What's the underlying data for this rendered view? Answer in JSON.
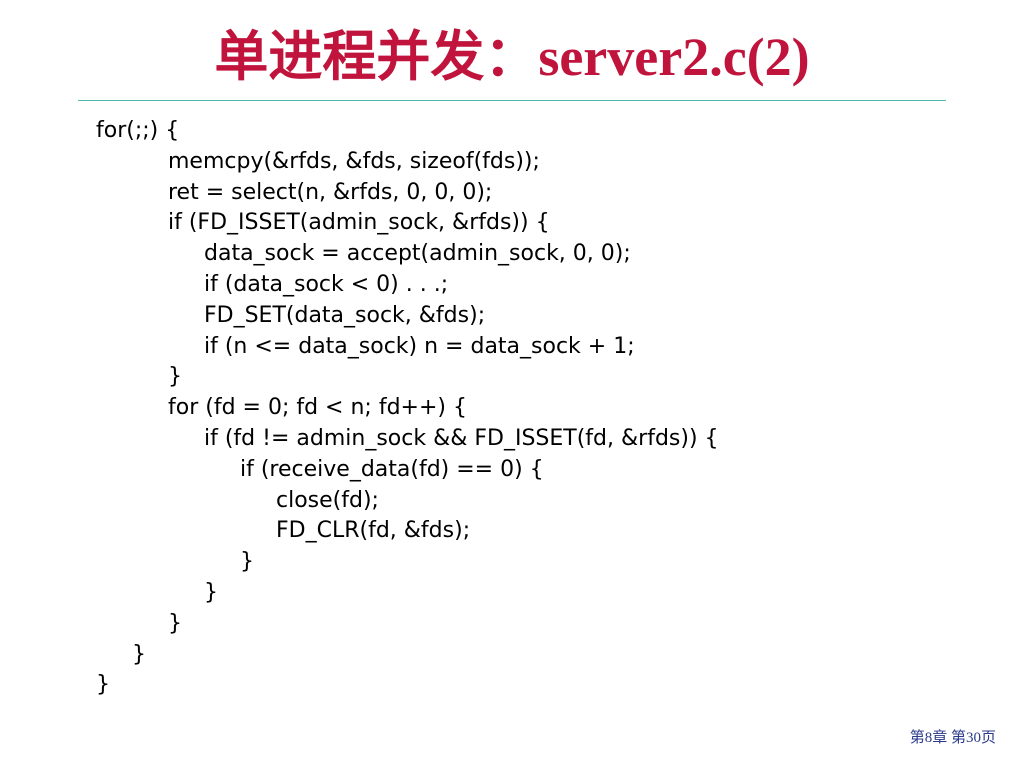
{
  "title": "单进程并发：server2.c(2)",
  "colors": {
    "title": "#c0143c",
    "rule": "#4fb8ae",
    "code": "#000000",
    "footer": "#2b3a8c"
  },
  "code": [
    {
      "indent": 0,
      "text": "for(;;) {"
    },
    {
      "indent": 2,
      "text": "memcpy(&rfds, &fds, sizeof(fds));"
    },
    {
      "indent": 2,
      "text": "ret = select(n, &rfds, 0, 0, 0);"
    },
    {
      "indent": 2,
      "text": "if (FD_ISSET(admin_sock, &rfds)) {"
    },
    {
      "indent": 3,
      "text": "data_sock = accept(admin_sock, 0, 0);"
    },
    {
      "indent": 3,
      "text": "if (data_sock < 0) . . .;"
    },
    {
      "indent": 3,
      "text": "FD_SET(data_sock, &fds);"
    },
    {
      "indent": 3,
      "text": "if (n <= data_sock) n = data_sock + 1;"
    },
    {
      "indent": 2,
      "text": "}"
    },
    {
      "indent": 2,
      "text": "for (fd = 0; fd < n; fd++) {"
    },
    {
      "indent": 3,
      "text": "if (fd != admin_sock && FD_ISSET(fd, &rfds)) {"
    },
    {
      "indent": 4,
      "text": "if (receive_data(fd) == 0) {"
    },
    {
      "indent": 5,
      "text": "close(fd);"
    },
    {
      "indent": 5,
      "text": "FD_CLR(fd, &fds);"
    },
    {
      "indent": 4,
      "text": "}"
    },
    {
      "indent": 3,
      "text": "}"
    },
    {
      "indent": 2,
      "text": "}"
    },
    {
      "indent": 1,
      "text": "}"
    },
    {
      "indent": 0,
      "text": "}"
    }
  ],
  "footer": {
    "page_label": "第8章  第30页"
  }
}
